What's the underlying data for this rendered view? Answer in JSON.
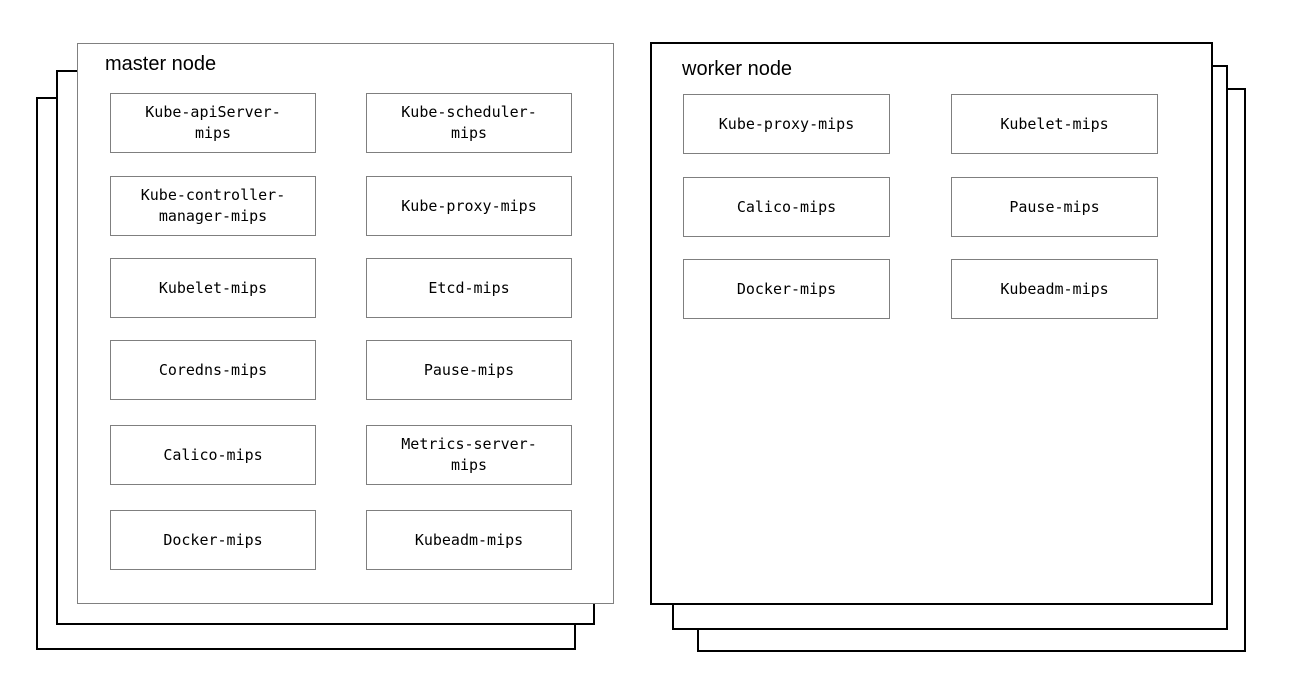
{
  "page": {
    "background": "#ffffff"
  },
  "colors": {
    "master_panel_border": "#808080",
    "worker_panel_border": "#000000",
    "stack_layer_border": "#000000",
    "box_border": "#7f7f7f",
    "text": "#000000"
  },
  "master": {
    "title": "master node",
    "stacked_copies": 3,
    "boxes": [
      "Kube-apiServer-\nmips",
      "Kube-scheduler-\nmips",
      "Kube-controller-\nmanager-mips",
      "Kube-proxy-mips",
      "Kubelet-mips",
      "Etcd-mips",
      "Coredns-mips",
      "Pause-mips",
      "Calico-mips",
      "Metrics-server-\nmips",
      "Docker-mips",
      "Kubeadm-mips"
    ]
  },
  "worker": {
    "title": "worker node",
    "stacked_copies": 3,
    "boxes": [
      "Kube-proxy-mips",
      "Kubelet-mips",
      "Calico-mips",
      "Pause-mips",
      "Docker-mips",
      "Kubeadm-mips"
    ]
  }
}
